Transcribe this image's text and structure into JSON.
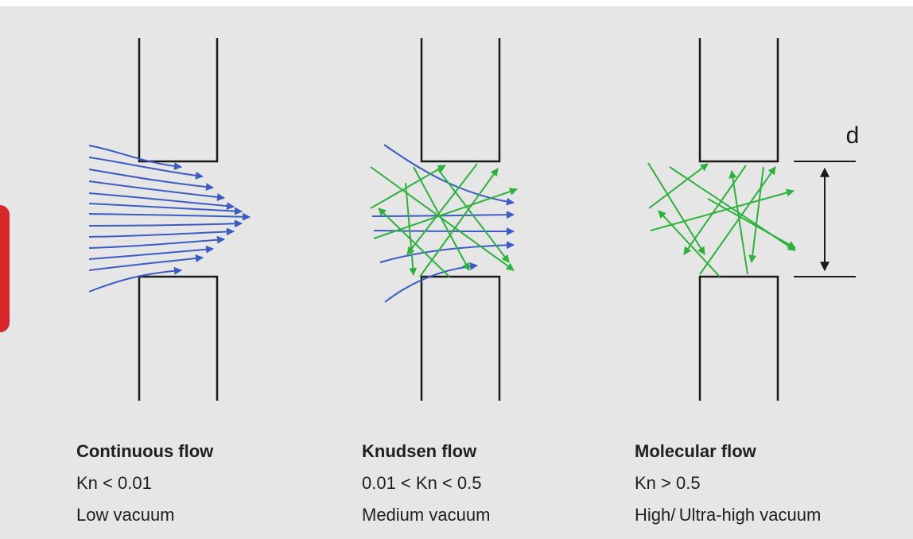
{
  "colors": {
    "background": "#e6e6e6",
    "continuous_arrows": "#3b5cc4",
    "knudsen_blue": "#3b5cc4",
    "knudsen_green": "#2cb23a",
    "molecular_green": "#2cb23a",
    "channel_walls": "#1a1a1a",
    "side_tab": "#d9262b"
  },
  "dimension_label": "d",
  "panels": [
    {
      "title": "Continuous flow",
      "knudsen": "Kn < 0.01",
      "vacuum": "Low vacuum"
    },
    {
      "title": "Knudsen flow",
      "knudsen": "0.01 < Kn < 0.5",
      "vacuum": "Medium vacuum"
    },
    {
      "title": "Molecular flow",
      "knudsen": "Kn > 0.5",
      "vacuum": "High/ Ultra-high vacuum"
    }
  ]
}
